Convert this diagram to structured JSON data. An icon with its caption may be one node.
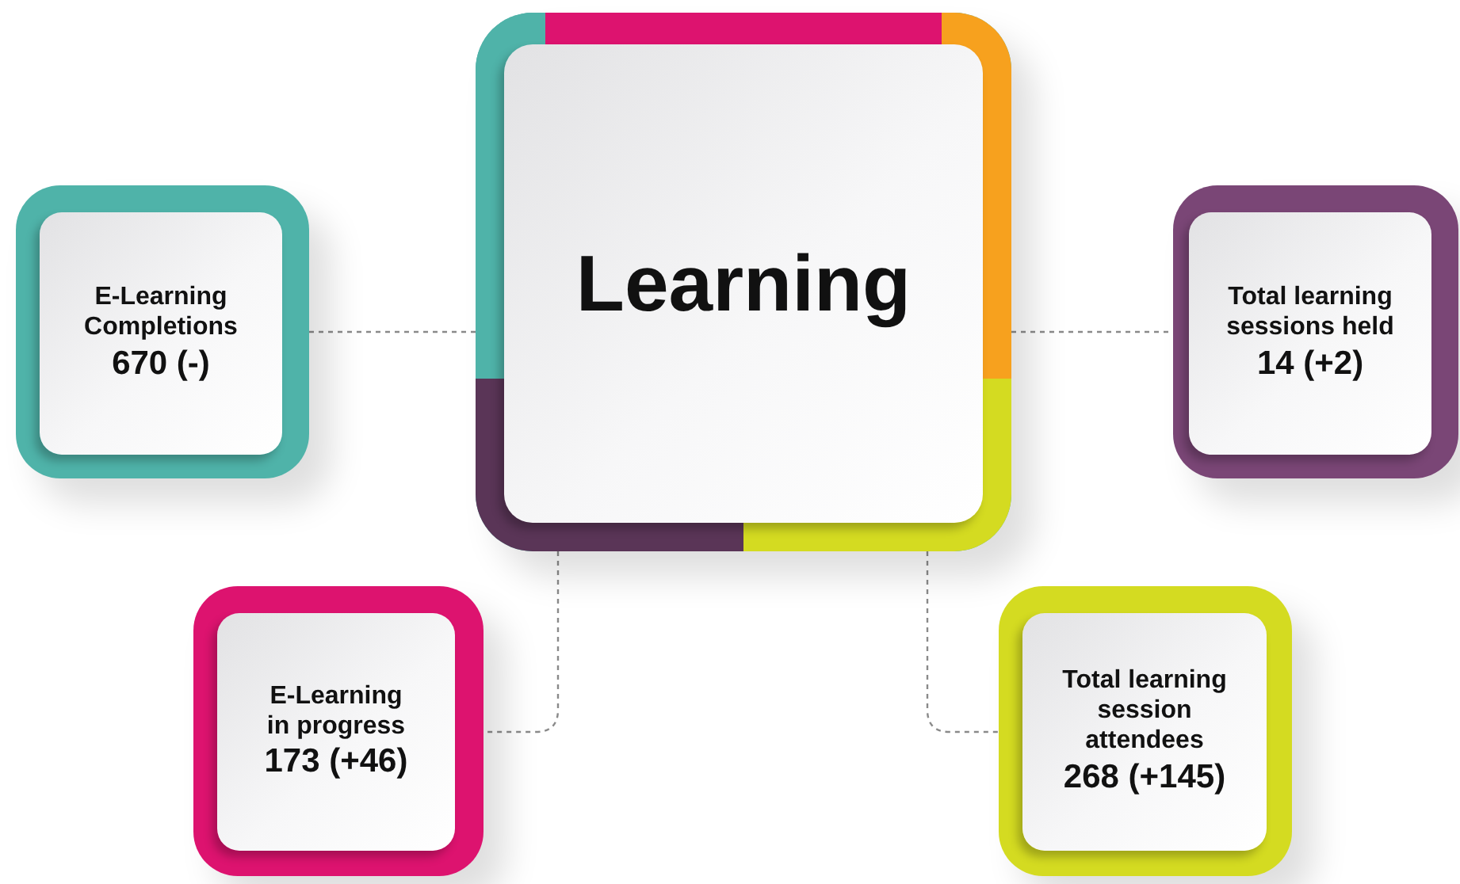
{
  "diagram": {
    "nodes": [
      {
        "text": [
          "Learning"
        ]
      },
      {
        "text": [
          "E-Learning Completions",
          "670 (-)"
        ]
      },
      {
        "text": [
          "Total learning sessions held",
          "14 (+2)"
        ]
      },
      {
        "text": [
          "E-Learning in progress",
          "173 (+46)"
        ]
      },
      {
        "text": [
          "Total learning session attendees",
          "268 (+145)"
        ]
      }
    ],
    "edges": [
      {
        "from": 0,
        "to": 1,
        "arrow": "none",
        "style": "dashed"
      },
      {
        "from": 0,
        "to": 2,
        "arrow": "none",
        "style": "dashed"
      },
      {
        "from": 0,
        "to": 3,
        "arrow": "none",
        "style": "dashed"
      },
      {
        "from": 0,
        "to": 4,
        "arrow": "none",
        "style": "dashed"
      }
    ]
  }
}
